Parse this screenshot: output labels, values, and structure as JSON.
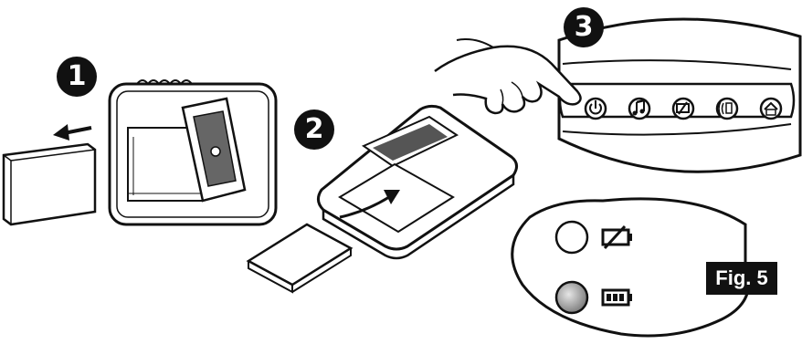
{
  "steps": [
    {
      "label": "1",
      "caption": ""
    },
    {
      "label": "2",
      "caption": ""
    },
    {
      "label": "3",
      "caption": ""
    }
  ],
  "figure_label": "Fig. 5",
  "control_buttons": [
    "power-icon",
    "music-note-icon",
    "screen-off-icon",
    "vibration-alert-icon",
    "home-icon"
  ],
  "led_indicators": [
    {
      "icon": "battery-empty-icon",
      "led_state": "off",
      "led_color": "#ffffff"
    },
    {
      "icon": "battery-full-icon",
      "led_state": "on",
      "led_color": "#9a9a9a"
    }
  ],
  "colors": {
    "line": "#111111",
    "badge": "#111111",
    "background": "#ffffff"
  }
}
